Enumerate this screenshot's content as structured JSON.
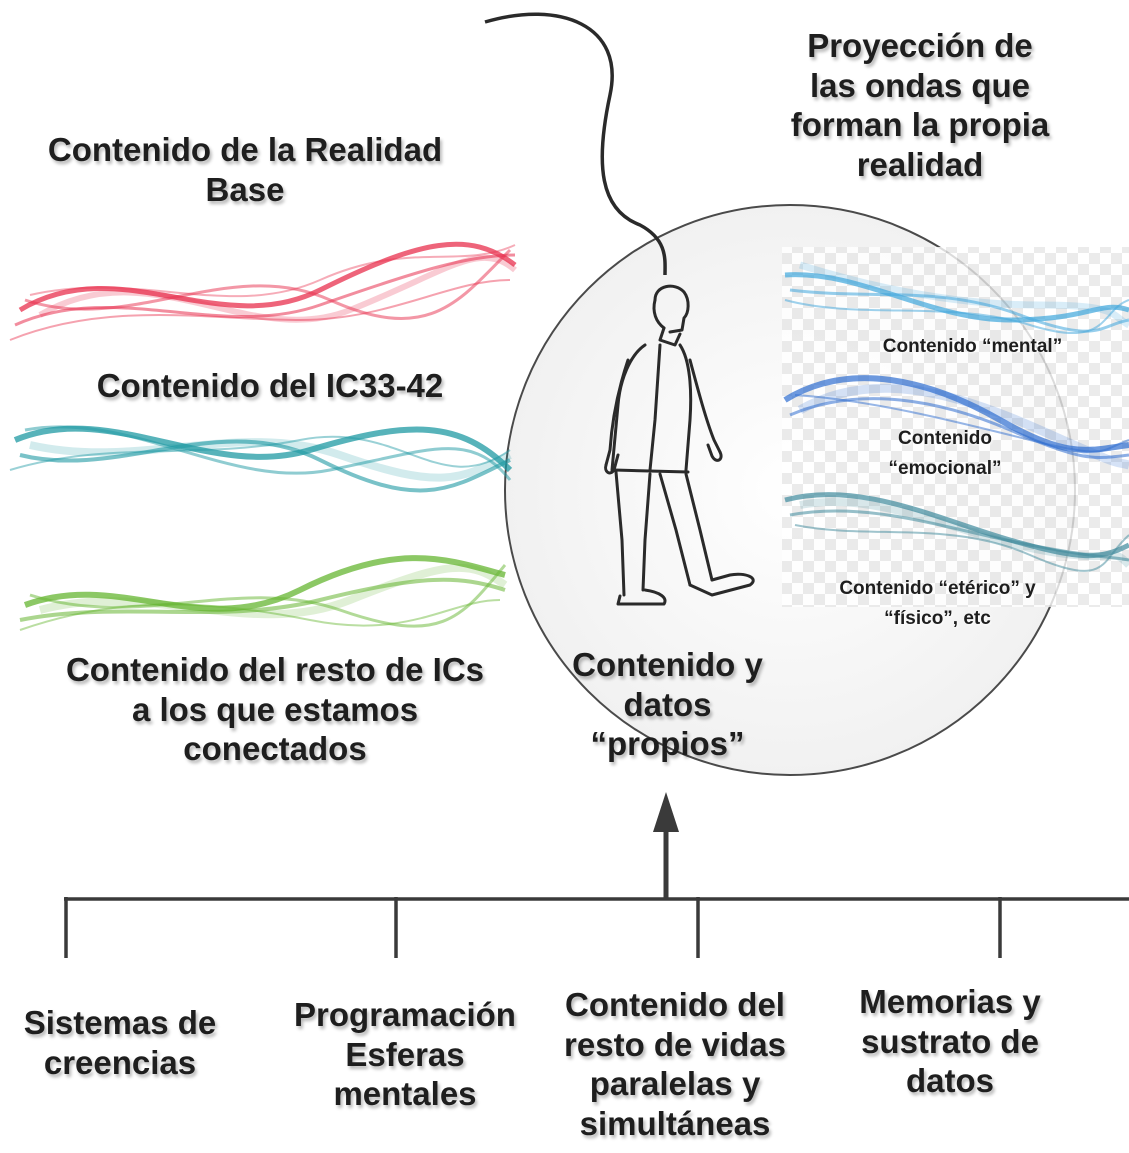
{
  "labels": {
    "projection": "Proyección de las ondas que forman la propia realidad",
    "base": "Contenido de la Realidad Base",
    "ic3342": "Contenido del IC33-42",
    "rest_ics": "Contenido del resto de ICs a los que estamos conectados",
    "own": "Contenido y datos “propios”",
    "mental": "Contenido “mental”",
    "emotional_1": "Contenido",
    "emotional_2": "“emocional”",
    "etheric_1": "Contenido “etérico” y",
    "etheric_2": "“físico”, etc"
  },
  "sources": [
    "Sistemas de creencias",
    "Programación Esferas mentales",
    "Contenido del resto de vidas paralelas y simultáneas",
    "Memorias y sustrato de datos"
  ],
  "colors": {
    "red_wave": "#e8304e",
    "teal_wave": "#1f9aa3",
    "green_wave": "#66b531",
    "light_blue_wave": "#3fa6dc",
    "blue_wave": "#2f6ed0",
    "slate_wave": "#3f8a9c",
    "line": "#3a3a3a"
  }
}
